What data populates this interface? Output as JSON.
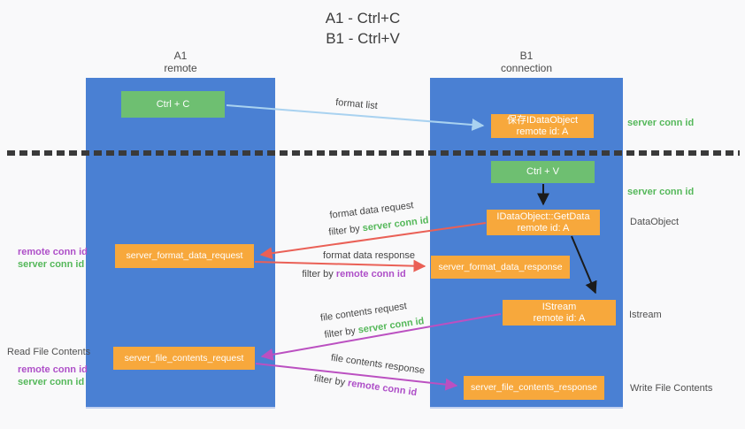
{
  "title": {
    "line1": "A1 - Ctrl+C",
    "line2": "B1 - Ctrl+V"
  },
  "lanes": {
    "left": {
      "name": "A1",
      "role": "remote"
    },
    "right": {
      "name": "B1",
      "role": "connection"
    }
  },
  "boxes": {
    "ctrl_c": "Ctrl + C",
    "ctrl_v": "Ctrl + V",
    "save_idataobject": {
      "line1": "保存IDataObject",
      "line2": "remote id: A"
    },
    "getdata": {
      "line1": "IDataObject::GetData",
      "line2": "remote id: A"
    },
    "istream": {
      "line1": "IStream",
      "line2": "remote id: A"
    },
    "server_format_data_request": "server_format_data_request",
    "server_format_data_response": "server_format_data_response",
    "server_file_contents_request": "server_file_contents_request",
    "server_file_contents_response": "server_file_contents_response"
  },
  "flow_labels": {
    "format_list": "format list",
    "format_data_request": "format data request",
    "format_data_response": "format data response",
    "file_contents_request": "file contents request",
    "file_contents_response": "file contents response",
    "filter_by": "filter by ",
    "server_conn_id": "server conn id",
    "remote_conn_id": "remote conn id"
  },
  "side_labels": {
    "server_conn_id_top": "server conn id",
    "server_conn_id_mid": "server conn id",
    "dataobject": "DataObject",
    "istream": "Istream",
    "write_file_contents": "Write File Contents",
    "read_file_contents": "Read File Contents",
    "remote_conn_id": "remote conn id",
    "server_conn_id": "server conn id"
  },
  "colors": {
    "background": "#f9f9fa",
    "lane_blue": "#4a80d3",
    "box_orange": "#f7a83c",
    "box_green": "#6ebf71",
    "green_text": "#55b85a",
    "purple_text": "#ae4fc8",
    "red_arrow": "#ea6056",
    "magenta_arrow": "#bb50c1",
    "light_blue_arrow": "#a9d2f0",
    "black_arrow": "#1b1b1b",
    "divider": "#3a3a3a"
  }
}
